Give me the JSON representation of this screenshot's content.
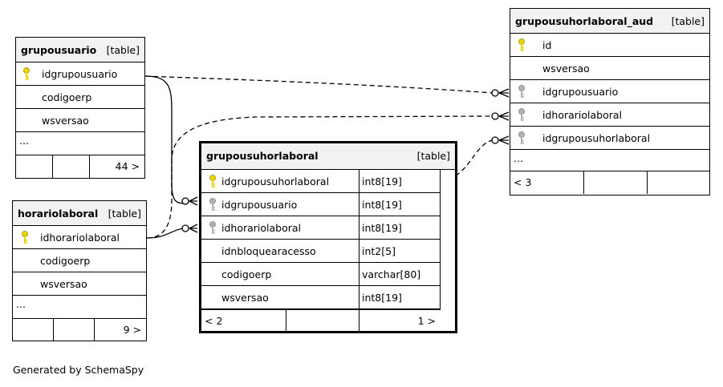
{
  "colors": {
    "key_icon": "#e8d800",
    "fk_icon": "#b3b3b3",
    "header_bg": "#f2f2f2",
    "border": "#000000"
  },
  "tables": {
    "grupousuario": {
      "name": "grupousuario",
      "kind": "[table]",
      "columns": [
        {
          "name": "idgrupousuario",
          "icon": "key-icon"
        },
        {
          "name": "codigoerp"
        },
        {
          "name": "wsversao"
        }
      ],
      "more": "...",
      "footer_right": "44 >"
    },
    "horariolaboral": {
      "name": "horariolaboral",
      "kind": "[table]",
      "columns": [
        {
          "name": "idhorariolaboral",
          "icon": "key-icon"
        },
        {
          "name": "codigoerp"
        },
        {
          "name": "wsversao"
        }
      ],
      "more": "...",
      "footer_right": "9 >"
    },
    "grupousuhorlaboral": {
      "name": "grupousuhorlaboral",
      "kind": "[table]",
      "columns": [
        {
          "name": "idgrupousuhorlaboral",
          "type": "int8[19]",
          "icon": "key-icon"
        },
        {
          "name": "idgrupousuario",
          "type": "int8[19]",
          "icon": "foreign-key-icon"
        },
        {
          "name": "idhorariolaboral",
          "type": "int8[19]",
          "icon": "foreign-key-icon"
        },
        {
          "name": "idnbloquearacesso",
          "type": "int2[5]"
        },
        {
          "name": "codigoerp",
          "type": "varchar[80]"
        },
        {
          "name": "wsversao",
          "type": "int8[19]"
        }
      ],
      "footer_left": "< 2",
      "footer_right": "1 >"
    },
    "grupousuhorlaboral_aud": {
      "name": "grupousuhorlaboral_aud",
      "kind": "[table]",
      "columns": [
        {
          "name": "id",
          "icon": "key-icon"
        },
        {
          "name": "wsversao"
        },
        {
          "name": "idgrupousuario",
          "icon": "foreign-key-icon"
        },
        {
          "name": "idhorariolaboral",
          "icon": "foreign-key-icon"
        },
        {
          "name": "idgrupousuhorlaboral",
          "icon": "foreign-key-icon"
        }
      ],
      "more": "...",
      "footer_left": "< 3"
    }
  },
  "footer": {
    "generated_by": "Generated by SchemaSpy"
  }
}
